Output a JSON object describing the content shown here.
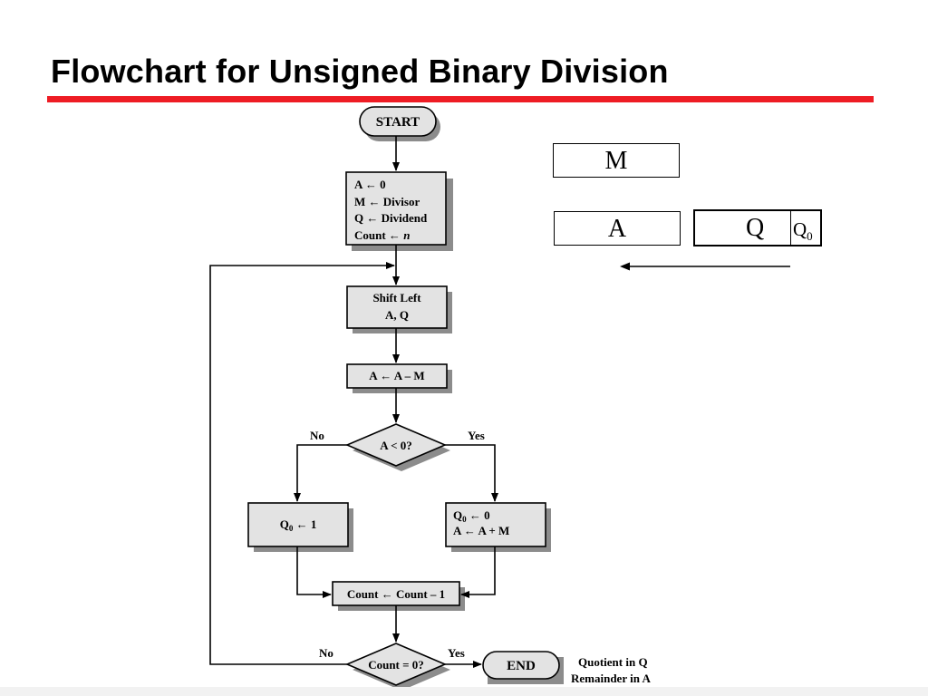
{
  "slide": {
    "title": "Flowchart for Unsigned Binary Division",
    "accent_color": "#ee1c24"
  },
  "flowchart": {
    "start": "START",
    "init": [
      "A ← 0",
      "M ← Divisor",
      "Q ← Dividend"
    ],
    "init_count_prefix": "Count ← ",
    "init_count_var": "n",
    "shift": [
      "Shift Left",
      "A, Q"
    ],
    "subtract": "A ← A – M",
    "decision_sign": "A < 0?",
    "label_no": "No",
    "label_yes": "Yes",
    "q0_set_suffix": " ← 1",
    "q0_restore_suffix": " ← 0",
    "restore_add": "A ← A + M",
    "q_letter": "Q",
    "q_sub": "0",
    "decrement": "Count ← Count – 1",
    "decision_count": "Count = 0?",
    "end": "END",
    "result": [
      "Quotient in Q",
      "Remainder in A"
    ]
  },
  "registers": {
    "m": "M",
    "a": "A",
    "q": "Q",
    "q0_letter": "Q",
    "q0_sub": "0",
    "shift_direction": "left"
  }
}
